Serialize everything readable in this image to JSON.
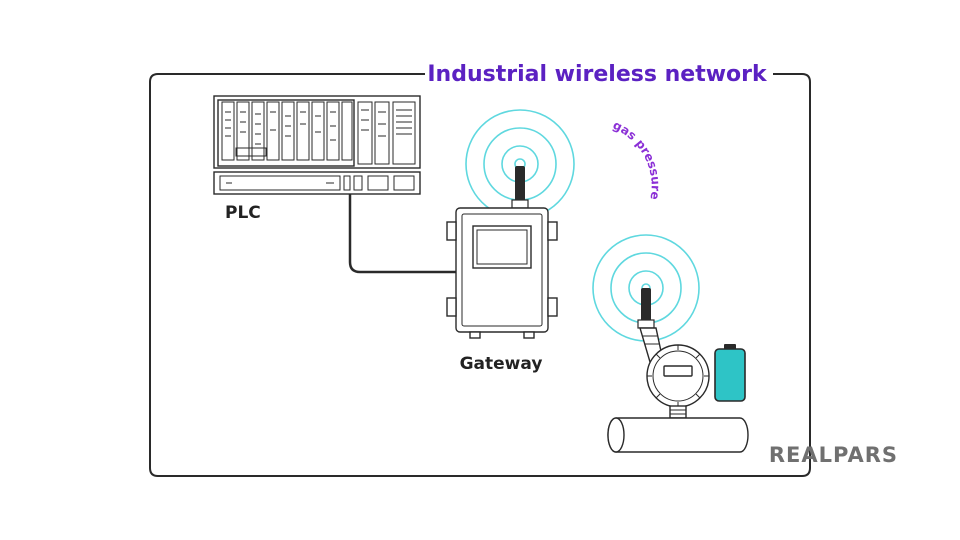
{
  "title": "Industrial wireless network",
  "labels": {
    "plc": "PLC",
    "gateway": "Gateway",
    "signal": "gas pressure"
  },
  "brand": "REALPARS",
  "icons": [
    "plc-rack-icon",
    "gateway-icon",
    "antenna-icon",
    "pressure-transmitter-icon",
    "battery-icon",
    "pipe-icon"
  ],
  "colors": {
    "title": "#5b21c2",
    "signal_text": "#8b2fd6",
    "wave": "#5fd8df",
    "battery": "#2ec4c6",
    "frame": "#2a2a2a",
    "brand": "#707070"
  }
}
